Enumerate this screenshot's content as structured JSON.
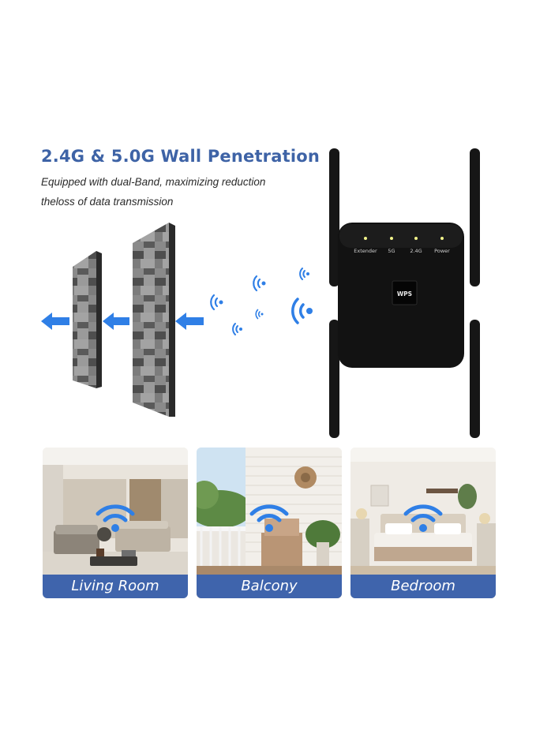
{
  "headline": "2.4G & 5.0G Wall Penetration",
  "subline": [
    "Equipped with dual-Band, maximizing reduction",
    "theloss of data transmission"
  ],
  "device": {
    "indicators": [
      "Extender",
      "5G",
      "2.4G",
      "Power"
    ],
    "button_label": "WPS",
    "led_color": "#f2f48a",
    "body_color": "#121212"
  },
  "accent_color": "#3f64ac",
  "signal_color": "#2f7fe6",
  "rooms": [
    {
      "label": "Living Room"
    },
    {
      "label": "Balcony"
    },
    {
      "label": "Bedroom"
    }
  ],
  "icons": [
    "arrow-left-icon",
    "wifi-signal-icon"
  ]
}
